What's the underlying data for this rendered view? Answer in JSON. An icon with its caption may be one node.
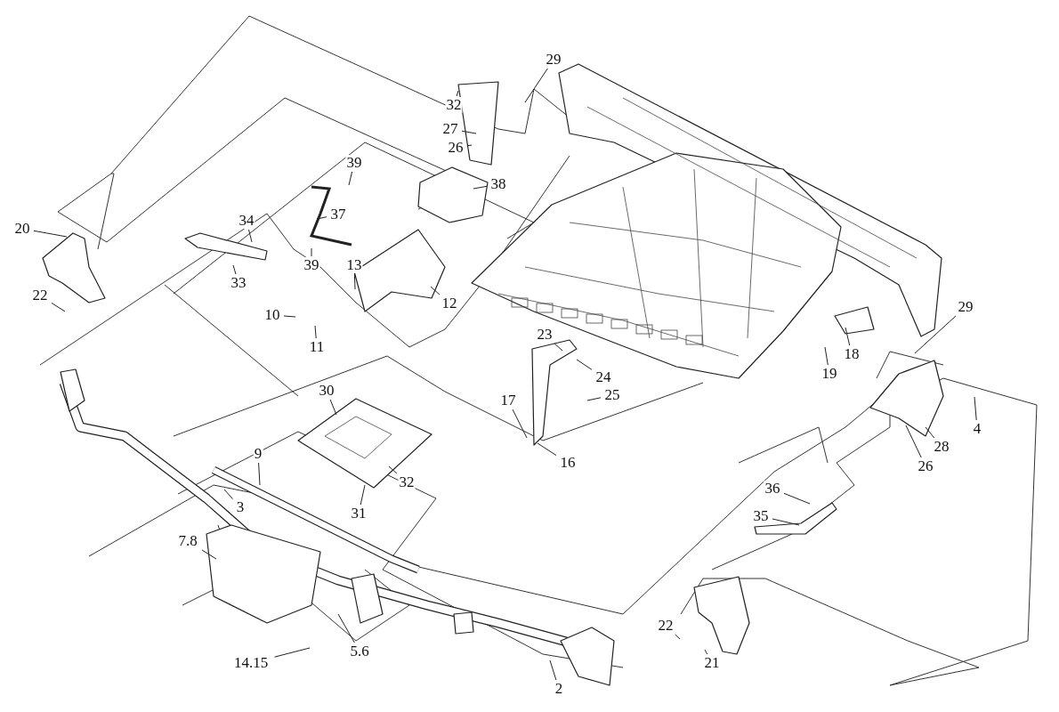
{
  "diagram": {
    "nodes": [
      {
        "text": [
          "29"
        ]
      },
      {
        "text": [
          "32"
        ]
      },
      {
        "text": [
          "27"
        ]
      },
      {
        "text": [
          "26"
        ]
      },
      {
        "text": [
          "39"
        ]
      },
      {
        "text": [
          "38"
        ]
      },
      {
        "text": [
          "34"
        ]
      },
      {
        "text": [
          "37"
        ]
      },
      {
        "text": [
          "20"
        ]
      },
      {
        "text": [
          "39"
        ]
      },
      {
        "text": [
          "13"
        ]
      },
      {
        "text": [
          "33"
        ]
      },
      {
        "text": [
          "22"
        ]
      },
      {
        "text": [
          "12"
        ]
      },
      {
        "text": [
          "10"
        ]
      },
      {
        "text": [
          "11"
        ]
      },
      {
        "text": [
          "29"
        ]
      },
      {
        "text": [
          "18"
        ]
      },
      {
        "text": [
          "19"
        ]
      },
      {
        "text": [
          "23"
        ]
      },
      {
        "text": [
          "24"
        ]
      },
      {
        "text": [
          "25"
        ]
      },
      {
        "text": [
          "17"
        ]
      },
      {
        "text": [
          "30"
        ]
      },
      {
        "text": [
          "4"
        ]
      },
      {
        "text": [
          "28"
        ]
      },
      {
        "text": [
          "26"
        ]
      },
      {
        "text": [
          "16"
        ]
      },
      {
        "text": [
          "9"
        ]
      },
      {
        "text": [
          "32"
        ]
      },
      {
        "text": [
          "31"
        ]
      },
      {
        "text": [
          "36"
        ]
      },
      {
        "text": [
          "35"
        ]
      },
      {
        "text": [
          "3"
        ]
      },
      {
        "text": [
          "7.8"
        ]
      },
      {
        "text": [
          "22"
        ]
      },
      {
        "text": [
          "21"
        ]
      },
      {
        "text": [
          "14.15"
        ]
      },
      {
        "text": [
          "5.6"
        ]
      },
      {
        "text": [
          "2"
        ]
      }
    ],
    "edges": [
      {
        "from": 0,
        "to": null,
        "arrow": "none"
      },
      {
        "from": 1,
        "to": null,
        "arrow": "none"
      },
      {
        "from": 2,
        "to": null,
        "arrow": "none"
      },
      {
        "from": 3,
        "to": null,
        "arrow": "none"
      },
      {
        "from": 4,
        "to": null,
        "arrow": "none"
      },
      {
        "from": 5,
        "to": null,
        "arrow": "none"
      },
      {
        "from": 6,
        "to": null,
        "arrow": "none"
      },
      {
        "from": 7,
        "to": null,
        "arrow": "none"
      },
      {
        "from": 8,
        "to": null,
        "arrow": "none"
      },
      {
        "from": 9,
        "to": null,
        "arrow": "none"
      },
      {
        "from": 10,
        "to": null,
        "arrow": "none"
      },
      {
        "from": 11,
        "to": null,
        "arrow": "none"
      },
      {
        "from": 12,
        "to": null,
        "arrow": "none"
      },
      {
        "from": 13,
        "to": null,
        "arrow": "none"
      },
      {
        "from": 14,
        "to": null,
        "arrow": "none"
      },
      {
        "from": 15,
        "to": null,
        "arrow": "none"
      },
      {
        "from": 16,
        "to": null,
        "arrow": "none"
      },
      {
        "from": 17,
        "to": null,
        "arrow": "none"
      },
      {
        "from": 18,
        "to": null,
        "arrow": "none"
      },
      {
        "from": 19,
        "to": null,
        "arrow": "none"
      },
      {
        "from": 20,
        "to": null,
        "arrow": "none"
      },
      {
        "from": 21,
        "to": null,
        "arrow": "none"
      },
      {
        "from": 22,
        "to": null,
        "arrow": "none"
      },
      {
        "from": 23,
        "to": null,
        "arrow": "none"
      },
      {
        "from": 24,
        "to": null,
        "arrow": "none"
      },
      {
        "from": 25,
        "to": null,
        "arrow": "none"
      },
      {
        "from": 26,
        "to": null,
        "arrow": "none"
      },
      {
        "from": 27,
        "to": null,
        "arrow": "none"
      },
      {
        "from": 28,
        "to": null,
        "arrow": "none"
      },
      {
        "from": 29,
        "to": null,
        "arrow": "none"
      },
      {
        "from": 30,
        "to": null,
        "arrow": "none"
      },
      {
        "from": 31,
        "to": null,
        "arrow": "none"
      },
      {
        "from": 32,
        "to": null,
        "arrow": "none"
      },
      {
        "from": 33,
        "to": null,
        "arrow": "none"
      },
      {
        "from": 34,
        "to": null,
        "arrow": "none"
      },
      {
        "from": 35,
        "to": null,
        "arrow": "none"
      },
      {
        "from": 36,
        "to": null,
        "arrow": "none"
      },
      {
        "from": 37,
        "to": null,
        "arrow": "none"
      },
      {
        "from": 38,
        "to": null,
        "arrow": "none"
      },
      {
        "from": 39,
        "to": null,
        "arrow": "none"
      }
    ]
  }
}
